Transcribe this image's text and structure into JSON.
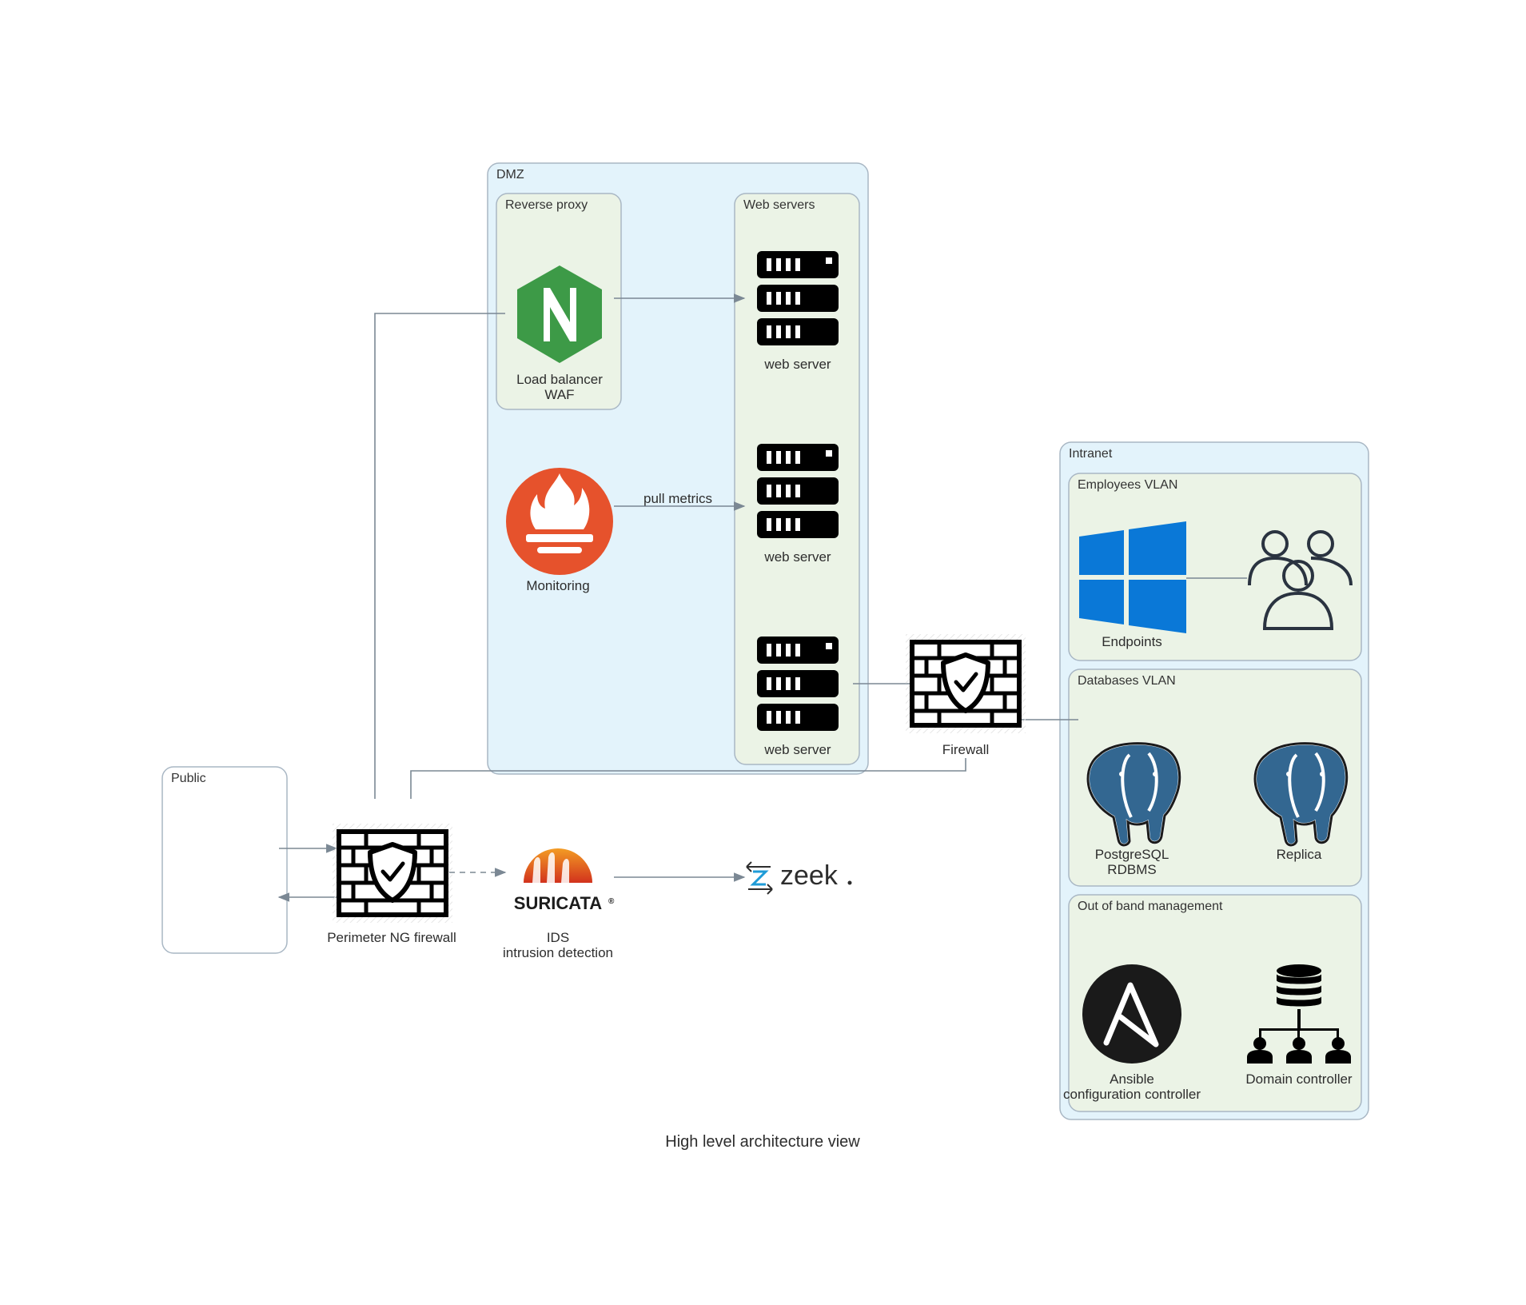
{
  "title": "High level architecture view",
  "clusters": {
    "dmz": "DMZ",
    "reverse_proxy": "Reverse proxy",
    "web_servers": "Web servers",
    "public": "Public",
    "intranet": "Intranet",
    "employees_vlan": "Employees VLAN",
    "databases_vlan": "Databases VLAN",
    "oob": "Out of band management"
  },
  "nodes": {
    "nginx": {
      "line1": "Load balancer",
      "line2": "WAF",
      "icon": "nginx-icon"
    },
    "web1": {
      "label": "web server",
      "icon": "server-rack-icon"
    },
    "web2": {
      "label": "web server",
      "icon": "server-rack-icon"
    },
    "web3": {
      "label": "web server",
      "icon": "server-rack-icon"
    },
    "monitoring": {
      "label": "Monitoring",
      "icon": "prometheus-icon"
    },
    "firewall": {
      "label": "Firewall",
      "icon": "firewall-icon"
    },
    "perimeter": {
      "label": "Perimeter NG firewall",
      "icon": "firewall-icon"
    },
    "ids": {
      "line1": "IDS",
      "line2": "intrusion detection",
      "logo_text": "SURICATA",
      "icon": "suricata-icon"
    },
    "zeek": {
      "logo_text": "zeek",
      "icon": "zeek-icon"
    },
    "endpoints": {
      "label": "Endpoints",
      "icon": "windows-icon"
    },
    "users": {
      "icon": "users-icon"
    },
    "postgres": {
      "line1": "PostgreSQL",
      "line2": "RDBMS",
      "icon": "postgresql-icon"
    },
    "replica": {
      "label": "Replica",
      "icon": "postgresql-icon"
    },
    "ansible": {
      "line1": "Ansible",
      "line2": "configuration controller",
      "icon": "ansible-icon"
    },
    "domain_controller": {
      "label": "Domain controller",
      "icon": "domain-controller-icon"
    }
  },
  "edges": {
    "pull_metrics": "pull metrics"
  },
  "colors": {
    "cluster_blue": "#e3f3fb",
    "cluster_green": "#ebf3e6",
    "cluster_border": "#a9b7c4",
    "edge": "#7b8894",
    "nginx_green": "#3d9a47",
    "prometheus": "#e6522c",
    "windows_blue": "#0a78d7",
    "postgres_blue": "#336791"
  }
}
